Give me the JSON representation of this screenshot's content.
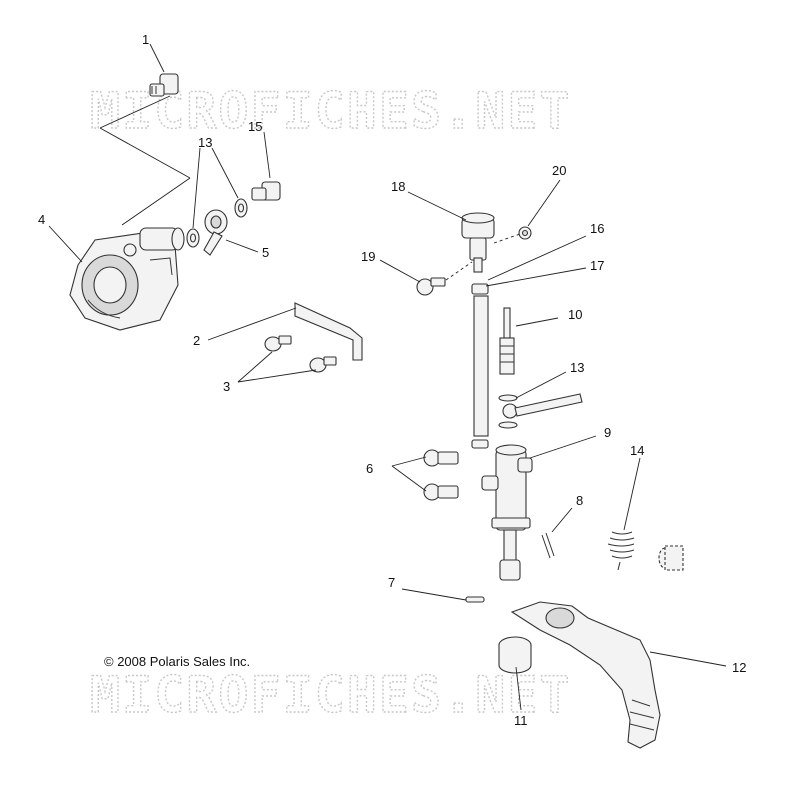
{
  "watermark": "MICROFICHES.NET",
  "copyright": "© 2008 Polaris Sales Inc.",
  "callouts": {
    "c1": "1",
    "c2": "2",
    "c3": "3",
    "c4": "4",
    "c5": "5",
    "c6": "6",
    "c7": "7",
    "c8": "8",
    "c9": "9",
    "c10": "10",
    "c11": "11",
    "c12": "12",
    "c13a": "13",
    "c13b": "13",
    "c14": "14",
    "c15": "15",
    "c16": "16",
    "c17": "17",
    "c18": "18",
    "c19": "19",
    "c20": "20"
  }
}
